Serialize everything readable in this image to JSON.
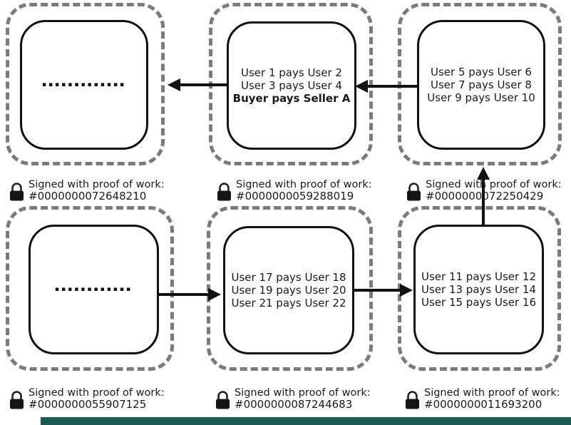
{
  "title": "Blockchain proof-of-work diagram",
  "colors": {
    "dashed_border": "#7b7b7b",
    "solid_border": "#111111",
    "text": "#1a1a1a",
    "accent_bar": "#1e5953",
    "background": "#ffffff"
  },
  "blocks": {
    "top_left": {
      "dots": "▪▪▪▪▪▪▪▪▪▪▪▪▪"
    },
    "top_middle": {
      "tx1": "User 1 pays User 2",
      "tx2": "User 3 pays User 4",
      "tx3": "Buyer pays Seller A"
    },
    "top_right": {
      "tx1": "User 5 pays User 6",
      "tx2": "User 7 pays User 8",
      "tx3": "User 9 pays User 10"
    },
    "bottom_left": {
      "dots": "▪▪▪▪▪▪▪▪▪▪▪▪"
    },
    "bottom_middle": {
      "tx1": "User 17 pays User 18",
      "tx2": "User 19 pays User 20",
      "tx3": "User 21 pays User 22"
    },
    "bottom_right": {
      "tx1": "User 11 pays User 12",
      "tx2": "User 13 pays User 14",
      "tx3": "User 15 pays User 16"
    }
  },
  "signatures": {
    "top_left": {
      "label": "Signed with proof of work:",
      "hash": "#0000000072648210"
    },
    "top_middle": {
      "label": "Signed with proof of work:",
      "hash": "#0000000059288019"
    },
    "top_right": {
      "label": "Signed with proof of work:",
      "hash": "#0000000072250429"
    },
    "bottom_left": {
      "label": "Signed with proof of work:",
      "hash": "#0000000055907125"
    },
    "bottom_middle": {
      "label": "Signed with proof of work:",
      "hash": "#0000000087244683"
    },
    "bottom_right": {
      "label": "Signed with proof of work:",
      "hash": "#0000000011693200"
    }
  },
  "icons": {
    "padlock": "padlock-icon"
  }
}
